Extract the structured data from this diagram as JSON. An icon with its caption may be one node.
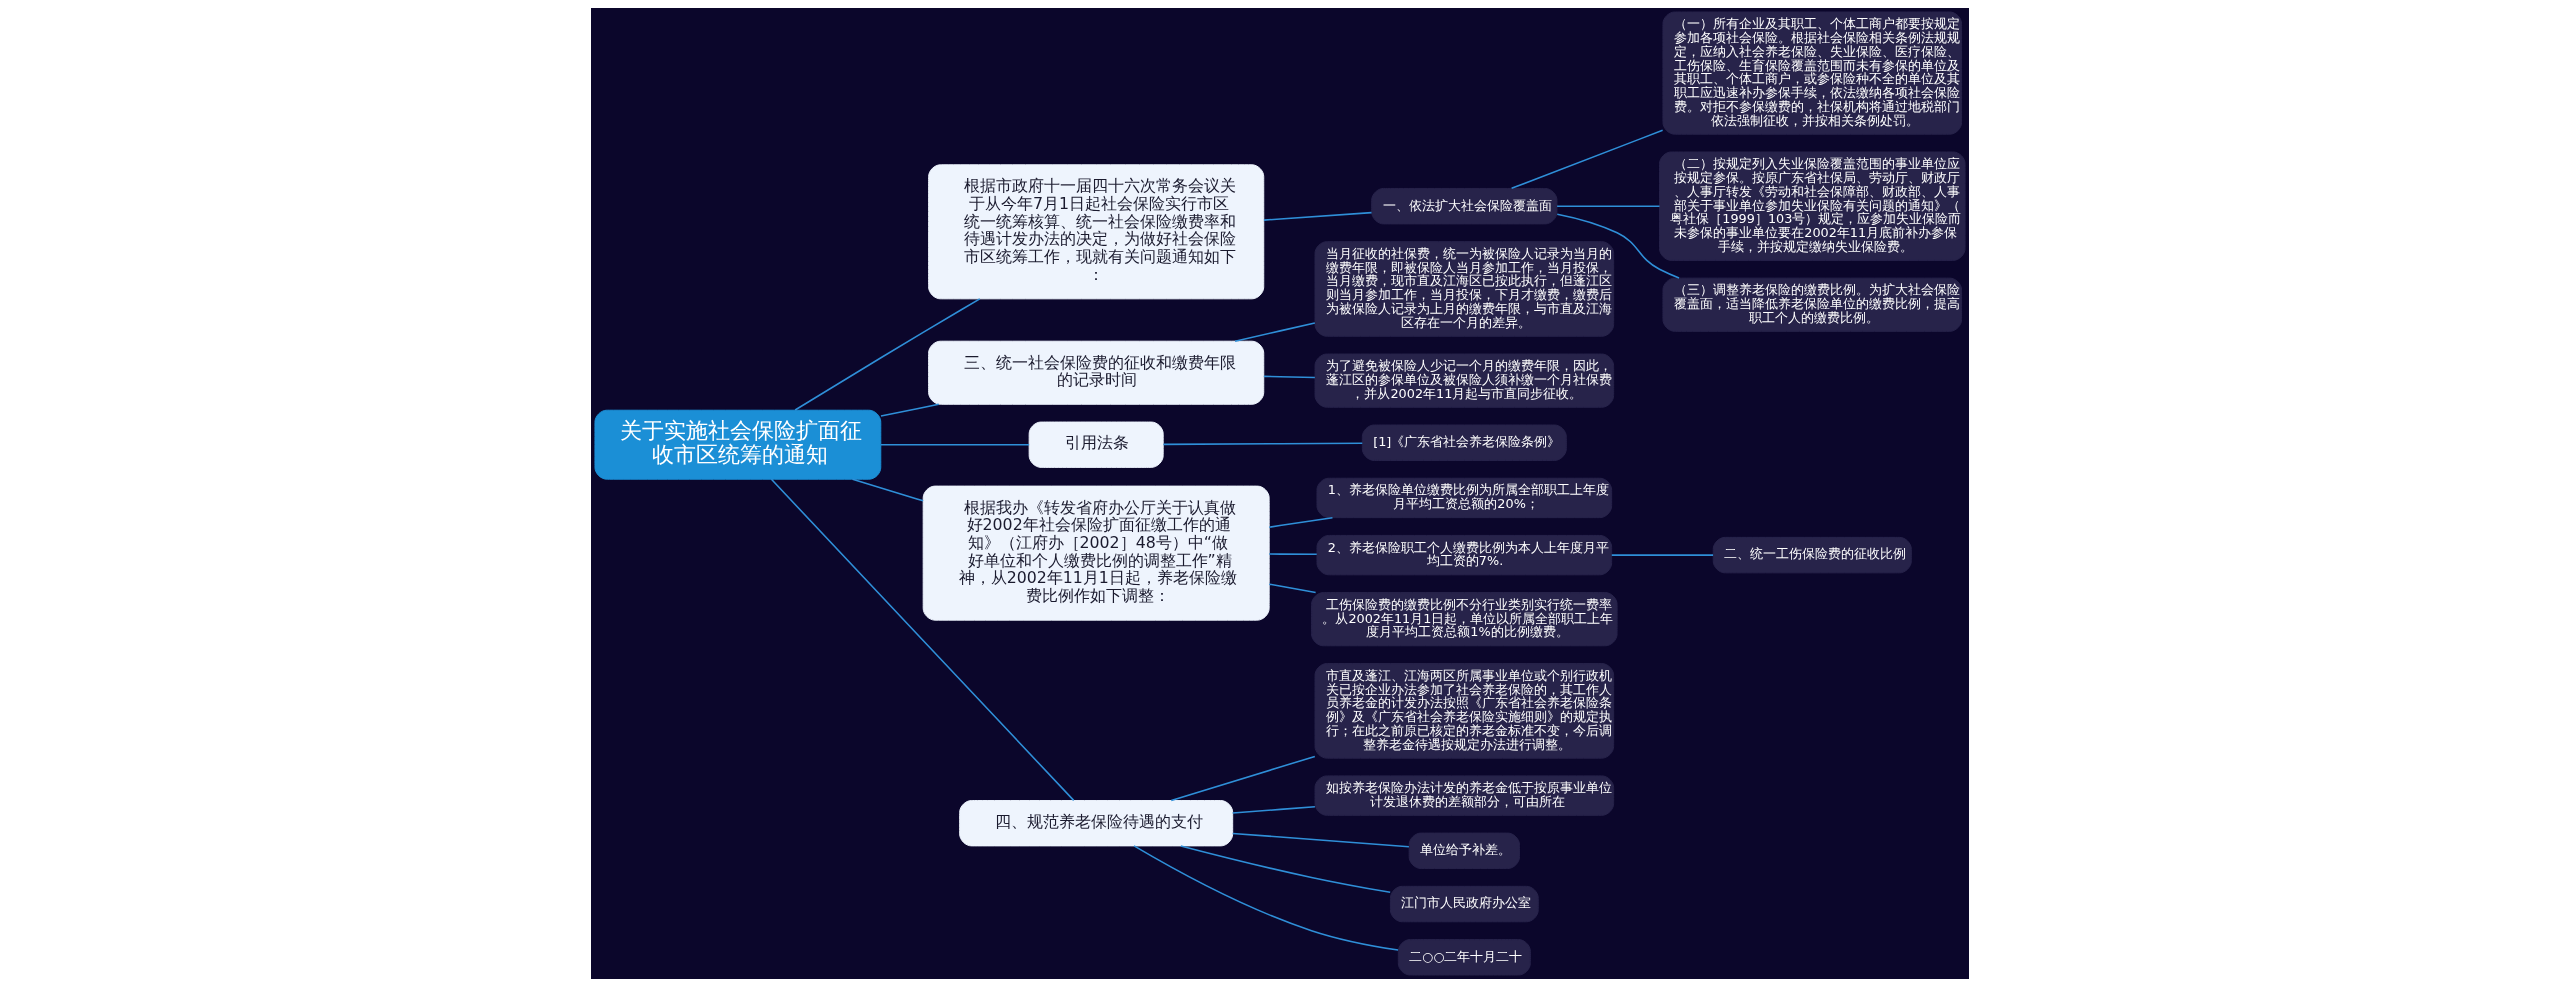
{
  "diagram": {
    "nodes": [
      {
        "text": [
          "关于实施社会保险扩面征收市区统筹的通知"
        ]
      },
      {
        "text": [
          "根据市政府十一届四十六次常务会议关于从今年7月1日起社会保险实行市区统一统筹核算、统一社会保险缴费率和待遇计发办法的决定，为做好社会保险市区统筹工作，现就有关问题通知如下："
        ]
      },
      {
        "text": [
          "一、依法扩大社会保险覆盖面"
        ]
      },
      {
        "text": [
          "（一）所有企业及其职工、个体工商户都要按规定参加各项社会保险。根据社会保险相关条例法规规定，应纳入社会养老保险、失业保险、医疗保险、工伤保险、生育保险覆盖范围而未有参保的单位及其职工、个体工商户，或参保险种不全的单位及其职工应迅速补办参保手续，依法缴纳各项社会保险费。对拒不参保缴费的，社保机构将通过地税部门依法强制征收，并按相关条例处罚。"
        ]
      },
      {
        "text": [
          "（二）按规定列入失业保险覆盖范围的事业单位应按规定参保。按原广东省社保局、劳动厅、财政厅、人事厅转发《劳动和社会保障部、财政部、人事部关于事业单位参加失业保险有关问题的通知》（粤社保［1999］103号）规定，应参加失业保险而未参保的事业单位要在2002年11月底前补办参保手续，并按规定缴纳失业保险费。"
        ]
      },
      {
        "text": [
          "（三）调整养老保险的缴费比例。为扩大社会保险覆盖面，适当降低养老保险单位的缴费比例，提高职工个人的缴费比例。"
        ]
      },
      {
        "text": [
          "三、统一社会保险费的征收和缴费年限的记录时间"
        ]
      },
      {
        "text": [
          "当月征收的社保费，统一为被保险人记录为当月的缴费年限，即被保险人当月参加工作，当月投保，当月缴费，现市直及江海区已按此执行，但蓬江区则当月参加工作，当月投保，下月才缴费，缴费后为被保险人记录为上月的缴费年限，与市直及江海区存在一个月的差异。"
        ]
      },
      {
        "text": [
          "为了避免被保险人少记一个月的缴费年限，因此，蓬江区的参保单位及被保险人须补缴一个月社保费，并从2002年11月起与市直同步征收。"
        ]
      },
      {
        "text": [
          "引用法条"
        ]
      },
      {
        "text": [
          "[1]《广东省社会养老保险条例》"
        ]
      },
      {
        "text": [
          "根据我办《转发省府办公厅关于认真做好2002年社会保险扩面征缴工作的通知》（江府办［2002］48号）中“做好单位和个人缴费比例的调整工作”精神，从2002年11月1日起，养老保险缴费比例作如下调整："
        ]
      },
      {
        "text": [
          "1、养老保险单位缴费比例为所属全部职工上年度月平均工资总额的20%；"
        ]
      },
      {
        "text": [
          "2、养老保险职工个人缴费比例为本人上年度月平均工资的7%."
        ]
      },
      {
        "text": [
          "工伤保险费的缴费比例不分行业类别实行统一费率。从2002年11月1日起，单位以所属全部职工上年度月平均工资总额1%的比例缴费。"
        ]
      },
      {
        "text": [
          "二、统一工伤保险费的征收比例"
        ]
      },
      {
        "text": [
          "四、规范养老保险待遇的支付"
        ]
      },
      {
        "text": [
          "市直及蓬江、江海两区所属事业单位或个别行政机关已按企业办法参加了社会养老保险的，其工作人员养老金的计发办法按照《广东省社会养老保险条例》及《广东省社会养老保险实施细则》的规定执行；在此之前原已核定的养老金标准不变，今后调整养老金待遇按规定办法进行调整。"
        ]
      },
      {
        "text": [
          "如按养老保险办法计发的养老金低于按原事业单位计发退休费的差额部分，可由所在"
        ]
      },
      {
        "text": [
          "单位给予补差。"
        ]
      },
      {
        "text": [
          "江门市人民政府办公室"
        ]
      },
      {
        "text": [
          "二○○二年十月二十"
        ]
      }
    ],
    "edges": [
      {
        "from": 0,
        "to": 1,
        "arrow": "none"
      },
      {
        "from": 1,
        "to": 2,
        "arrow": "none"
      },
      {
        "from": 2,
        "to": 3,
        "arrow": "none"
      },
      {
        "from": 2,
        "to": 4,
        "arrow": "none"
      },
      {
        "from": 2,
        "to": 5,
        "arrow": "none"
      },
      {
        "from": 0,
        "to": 6,
        "arrow": "none"
      },
      {
        "from": 6,
        "to": 7,
        "arrow": "none"
      },
      {
        "from": 6,
        "to": 8,
        "arrow": "none"
      },
      {
        "from": 0,
        "to": 9,
        "arrow": "none"
      },
      {
        "from": 9,
        "to": 10,
        "arrow": "none"
      },
      {
        "from": 0,
        "to": 11,
        "arrow": "none"
      },
      {
        "from": 11,
        "to": 12,
        "arrow": "none"
      },
      {
        "from": 11,
        "to": 13,
        "arrow": "none"
      },
      {
        "from": 11,
        "to": 14,
        "arrow": "none"
      },
      {
        "from": 13,
        "to": 15,
        "arrow": "none"
      },
      {
        "from": 0,
        "to": 16,
        "arrow": "none"
      },
      {
        "from": 16,
        "to": 17,
        "arrow": "none"
      },
      {
        "from": 16,
        "to": 18,
        "arrow": "none"
      },
      {
        "from": 16,
        "to": 19,
        "arrow": "none"
      },
      {
        "from": 16,
        "to": 20,
        "arrow": "none"
      },
      {
        "from": 16,
        "to": 21,
        "arrow": "none"
      }
    ]
  }
}
